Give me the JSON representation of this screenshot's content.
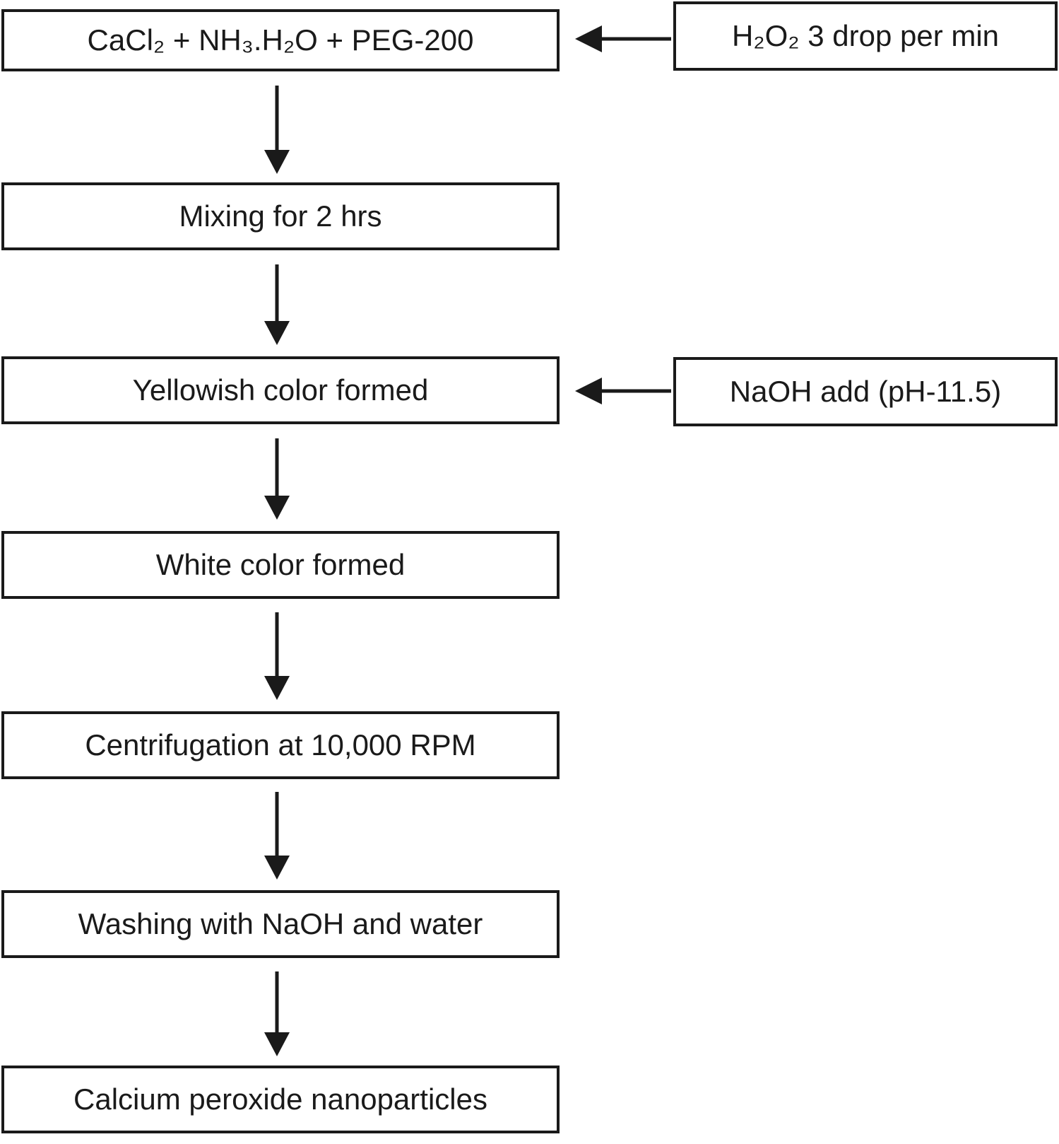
{
  "flowchart": {
    "colors": {
      "line": "#1a1a1a",
      "box_border": "#1a1a1a",
      "box_fill": "#ffffff",
      "text": "#1a1a1a",
      "background": "#ffffff"
    },
    "steps": [
      {
        "id": "reactants",
        "label": "CaCl₂ + NH₃.H₂O + PEG-200"
      },
      {
        "id": "mixing",
        "label": "Mixing for 2 hrs"
      },
      {
        "id": "yellowish",
        "label": "Yellowish color formed"
      },
      {
        "id": "white",
        "label": "White color formed"
      },
      {
        "id": "centrifugation",
        "label": "Centrifugation at 10,000 RPM"
      },
      {
        "id": "washing",
        "label": "Washing with NaOH and water"
      },
      {
        "id": "product",
        "label": "Calcium peroxide nanoparticles"
      }
    ],
    "side_inputs": [
      {
        "id": "h2o2",
        "label": "H₂O₂ 3 drop per min",
        "feeds_into": "reactants"
      },
      {
        "id": "naoh",
        "label": "NaOH add (pH-11.5)",
        "feeds_into": "yellowish"
      }
    ],
    "connections": [
      "reactants -> mixing",
      "mixing -> yellowish",
      "yellowish -> white",
      "white -> centrifugation",
      "centrifugation -> washing",
      "washing -> product",
      "h2o2 -> reactants",
      "naoh -> yellowish"
    ]
  }
}
